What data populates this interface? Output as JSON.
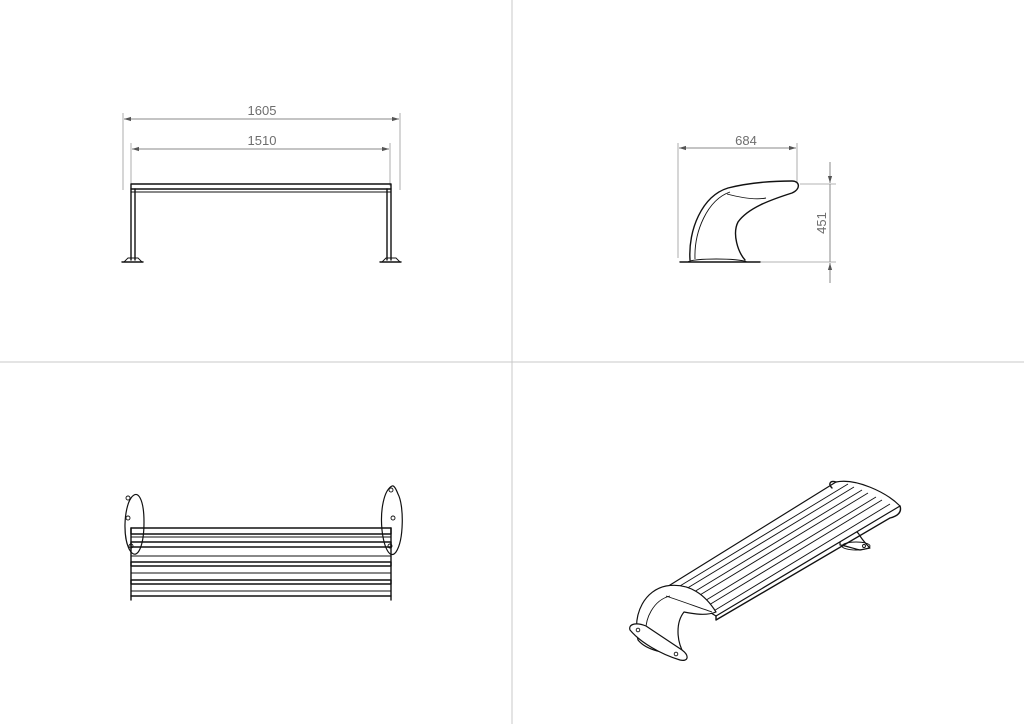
{
  "views": {
    "front": {
      "dim_overall": "1605",
      "dim_inner": "1510"
    },
    "side": {
      "dim_depth": "684",
      "dim_height": "451"
    },
    "top": {},
    "isometric": {}
  },
  "colors": {
    "background": "#ffffff",
    "divider": "#c8c8c8",
    "dimension": "#8a8a8a",
    "part_outline": "#111111"
  }
}
